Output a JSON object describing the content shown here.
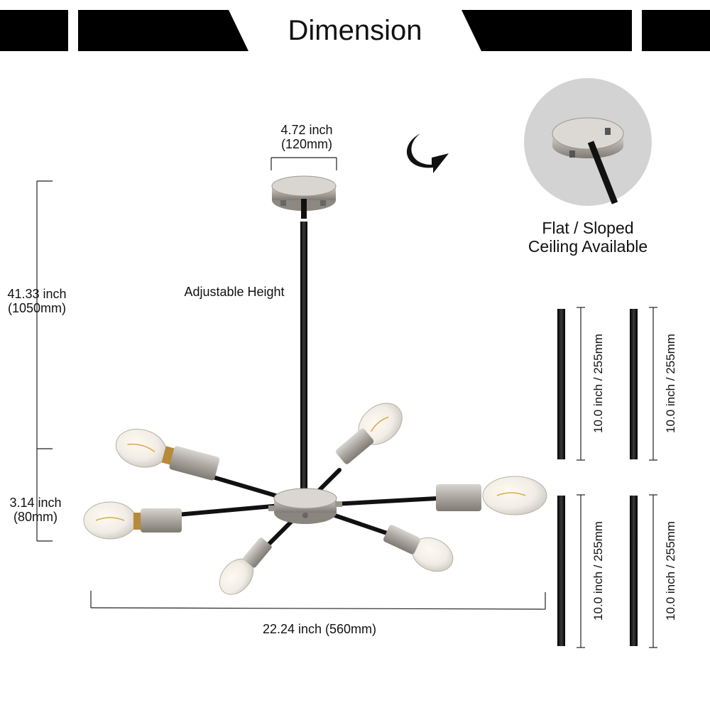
{
  "header": {
    "title": "Dimension"
  },
  "canopy_width": {
    "imperial": "4.72 inch",
    "metric": "(120mm)"
  },
  "total_height": {
    "imperial": "41.33 inch",
    "metric": "(1050mm)"
  },
  "body_height": {
    "imperial": "3.14 inch",
    "metric": "(80mm)"
  },
  "total_width": {
    "label": "22.24 inch (560mm)"
  },
  "adjustable": {
    "label": "Adjustable Height"
  },
  "ceiling": {
    "line1": "Flat / Sloped",
    "line2": "Ceiling Available"
  },
  "rods": [
    {
      "label": "10.0 inch / 255mm"
    },
    {
      "label": "10.0 inch / 255mm"
    },
    {
      "label": "10.0 inch / 255mm"
    },
    {
      "label": "10.0 inch / 255mm"
    }
  ],
  "colors": {
    "banner": "#000000",
    "metal": "#b9b6b2",
    "rod": "#1a1a1a",
    "bulb": "#f3efe6"
  }
}
